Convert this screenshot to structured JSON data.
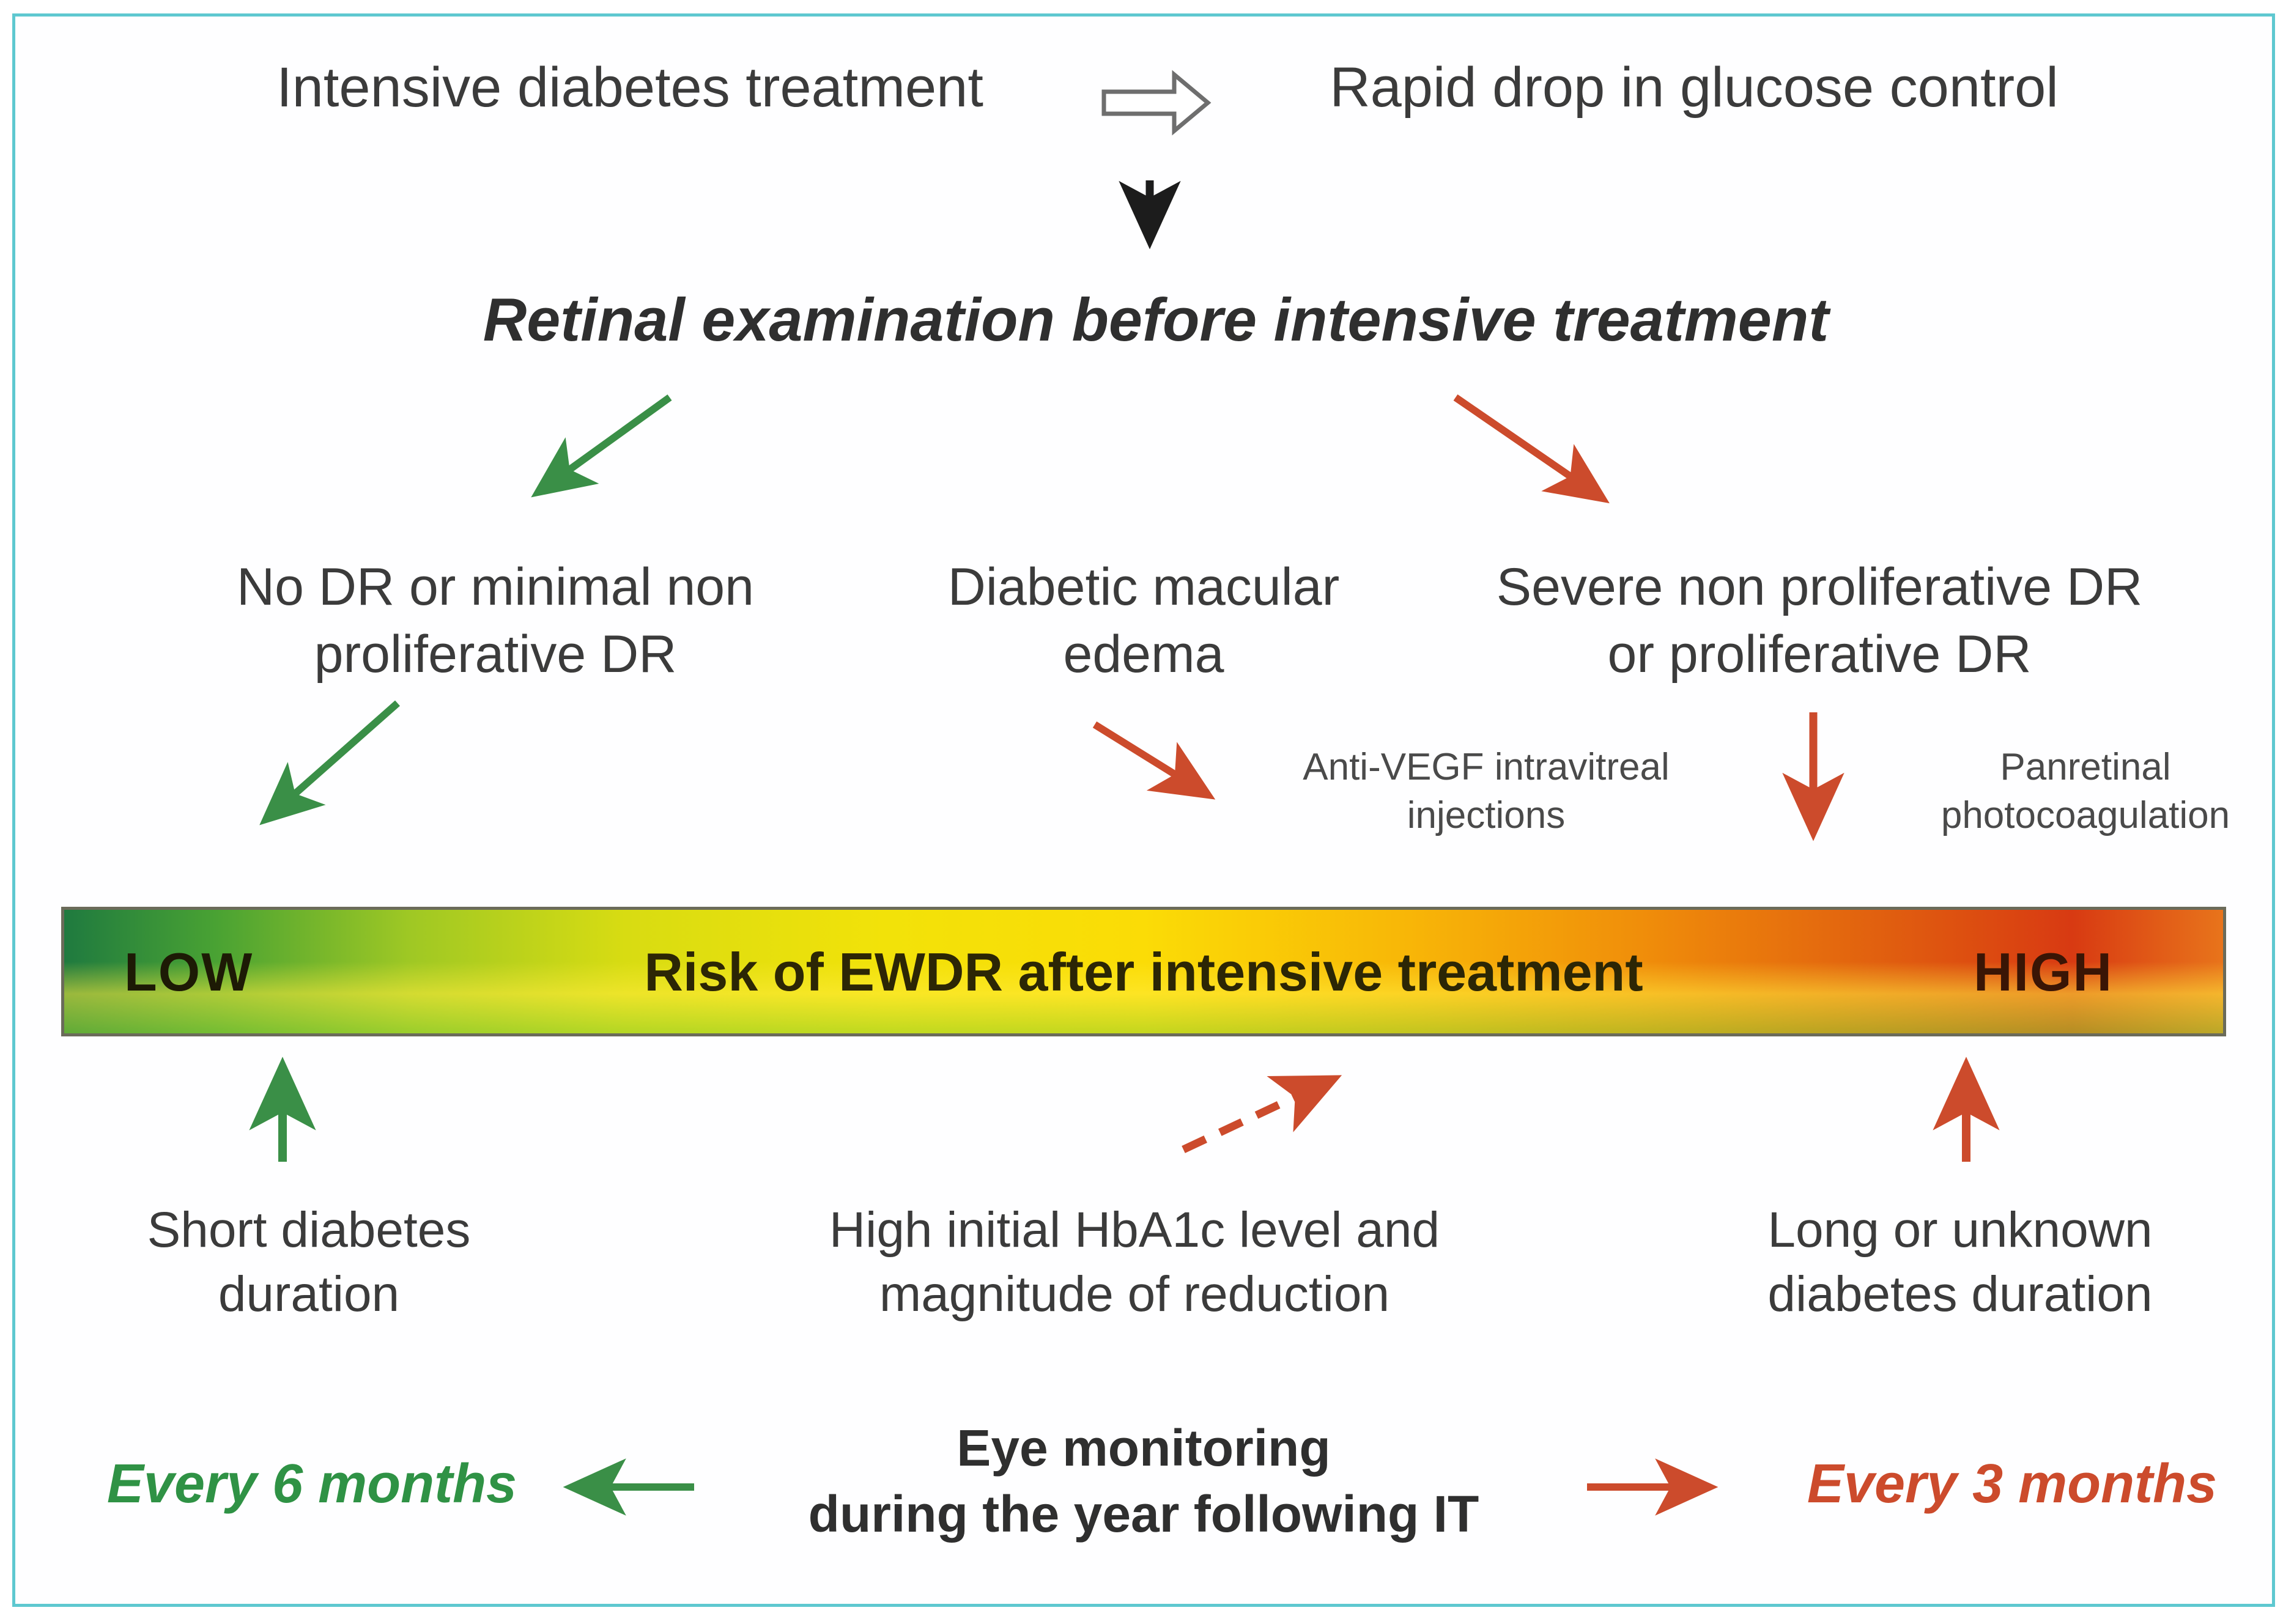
{
  "colors": {
    "border": "#5ec8d0",
    "green": "#2f9245",
    "red": "#cc4b2c",
    "text": "#3b3b3b",
    "risk_low": "#1f7a3f",
    "risk_mid": "#fbdc06",
    "risk_high": "#d83a12"
  },
  "header": {
    "left": "Intensive diabetes treatment",
    "arrow_icon": "right-block-arrow-icon",
    "right": "Rapid drop in glucose control"
  },
  "title": "Retinal examination before intensive treatment",
  "categories": [
    {
      "label": "No DR or minimal non\nproliferative DR",
      "risk": "low"
    },
    {
      "label": "Diabetic macular\nedema",
      "risk": "medium"
    },
    {
      "label": "Severe non proliferative DR\nor proliferative DR",
      "risk": "high"
    }
  ],
  "treatments": [
    {
      "label": "Anti-VEGF intravitreal\ninjections"
    },
    {
      "label": "Panretinal\nphotocoagulation"
    }
  ],
  "risk_bar": {
    "low_label": "LOW",
    "center_label": "Risk of EWDR after intensive treatment",
    "high_label": "HIGH"
  },
  "risk_factors": [
    {
      "label": "Short diabetes\nduration",
      "pole": "low"
    },
    {
      "label": "High initial HbA1c level and\nmagnitude of reduction",
      "pole": "shifts-high"
    },
    {
      "label": "Long or unknown\ndiabetes duration",
      "pole": "high"
    }
  ],
  "monitoring": {
    "left_label": "Every 6 months",
    "center_label": "Eye monitoring\nduring the year following IT",
    "right_label": "Every 3 months"
  },
  "arrows": [
    {
      "name": "header-block-arrow",
      "direction": "right",
      "color": "outline"
    },
    {
      "name": "title-down-arrow",
      "direction": "down",
      "color": "black"
    },
    {
      "name": "branch-to-no-dr",
      "direction": "down-left",
      "color": "green"
    },
    {
      "name": "branch-to-severe-dr",
      "direction": "down-right",
      "color": "red"
    },
    {
      "name": "no-dr-to-low-risk",
      "direction": "down-left",
      "color": "green"
    },
    {
      "name": "macular-edema-to-vegf",
      "direction": "down-right",
      "color": "red"
    },
    {
      "name": "severe-dr-to-prp",
      "direction": "down",
      "color": "red"
    },
    {
      "name": "short-duration-up",
      "direction": "up",
      "color": "green"
    },
    {
      "name": "hba1c-dashed-up-right",
      "direction": "up-right",
      "color": "red",
      "style": "dashed"
    },
    {
      "name": "long-duration-up",
      "direction": "up",
      "color": "red"
    },
    {
      "name": "monitoring-left",
      "direction": "left",
      "color": "green"
    },
    {
      "name": "monitoring-right",
      "direction": "right",
      "color": "red"
    }
  ]
}
